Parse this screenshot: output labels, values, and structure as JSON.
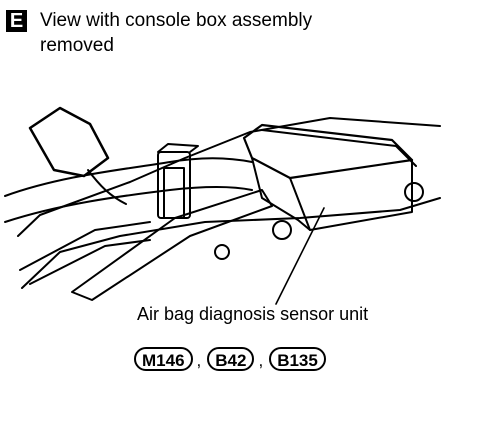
{
  "view": {
    "marker": "E",
    "title_line1": "View with console box assembly",
    "title_line2": "removed"
  },
  "callout": {
    "label": "Air bag diagnosis sensor unit"
  },
  "connectors": [
    "M146",
    "B42",
    "B135"
  ],
  "separator": ","
}
